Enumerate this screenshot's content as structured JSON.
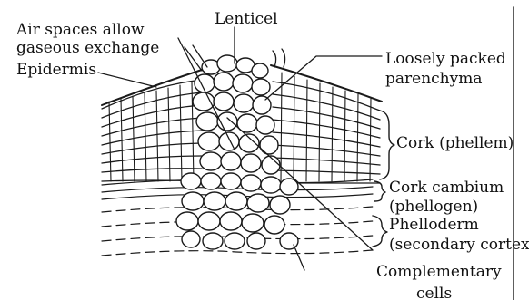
{
  "labels": {
    "lenticel": "Lenticel",
    "air_spaces_line1": "Air spaces allow",
    "air_spaces_line2": "gaseous exchange",
    "epidermis": "Epidermis",
    "loosely_line1": "Loosely packed",
    "loosely_line2": "parenchyma",
    "cork": "Cork (phellem)",
    "cambium_line1": "Cork cambium",
    "cambium_line2": "(phellogen)",
    "phelloderm_line1": "Phelloderm",
    "phelloderm_line2": "(secondary cortex)",
    "complementary_line1": "Complementary",
    "complementary_line2": "cells"
  },
  "colors": {
    "ink": "#1a1a1a",
    "background": "#ffffff"
  }
}
